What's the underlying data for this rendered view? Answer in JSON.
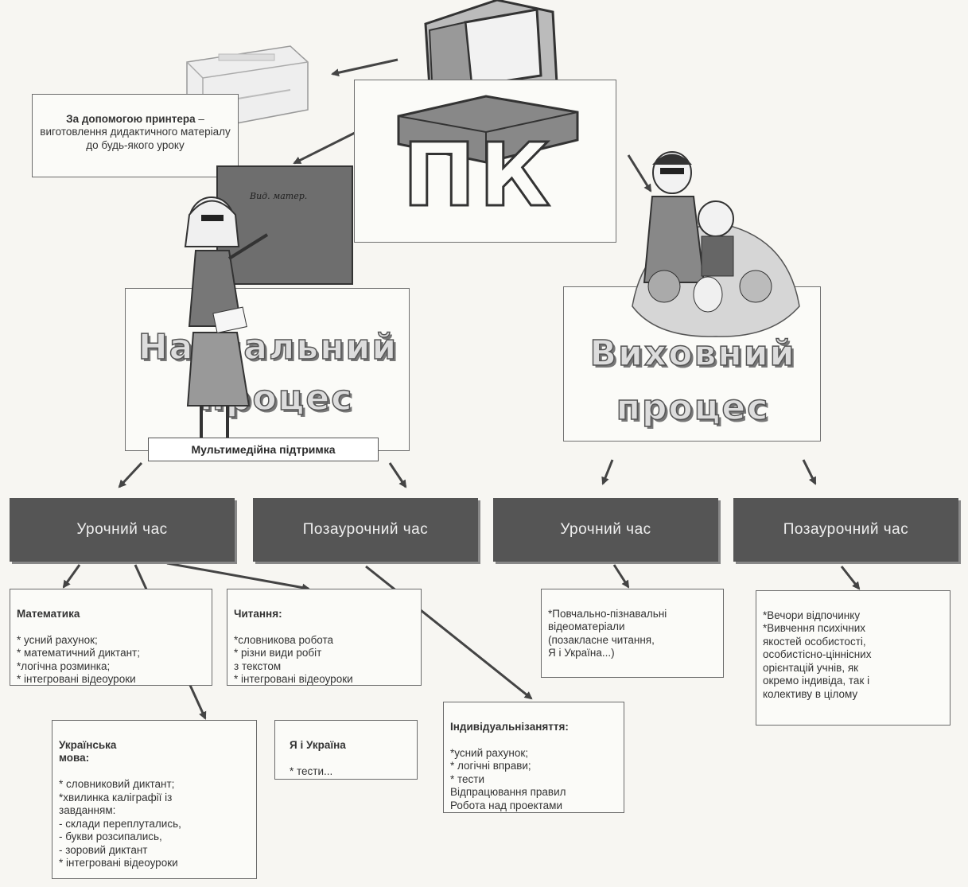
{
  "pc_label": "ПК",
  "printer_note": {
    "title": "За допомогою принтера",
    "body": " – виготовлення дидактичного матеріалу до будь-якого уроку"
  },
  "board_text": "Вид. матер.",
  "learning_process": {
    "line1": "Навчальний",
    "line2": "процес"
  },
  "upbringing_process": {
    "line1": "Виховний",
    "line2": "процес"
  },
  "multimedia_label": "Мультимедійна підтримка",
  "bars": {
    "b1": "Урочний час",
    "b2": "Позаурочний час",
    "b3": "Урочний час",
    "b4": "Позаурочний час"
  },
  "math_note": {
    "title": "Математика",
    "body": "* усний рахунок;\n* математичний  диктант;\n*логічна розминка;\n* інтегровані відеоуроки"
  },
  "reading_note": {
    "title": "Читання:",
    "body": "*словникова робота\n* різни види робіт\nз текстом\n* інтегровані відеоуроки"
  },
  "edu_video_note": {
    "body": "*Повчально-пізнавальні\nвідеоматеріали\n(позакласне читання,\nЯ і Україна...)"
  },
  "evenings_note": {
    "body": "*Вечори відпочинку\n*Вивчення психічних\nякостей особистості,\nособистісно-ціннісних\nорієнтацій учнів, як\nокремо індивіда, так і\nколективу в цілому"
  },
  "ukrainian_note": {
    "title": "Українська\nмова:",
    "body": "* словниковий диктант;\n*хвилинка каліграфії із\nзавданням:\n- склади переплутались,\n- букви розсипались,\n- зоровий диктант\n* інтегровані відеоуроки"
  },
  "ya_ukraina_note": {
    "title": "Я і Україна",
    "body": " * тести..."
  },
  "individual_note": {
    "title": "Індивідуальнізаняття:",
    "body": "*усний рахунок;\n* логічні вправи;\n* тести\nВідпрацювання правил\nРобота над проектами"
  }
}
